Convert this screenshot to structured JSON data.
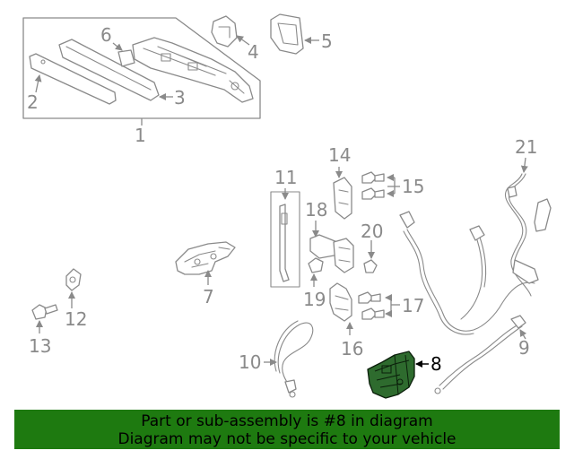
{
  "callouts": {
    "c1": "1",
    "c2": "2",
    "c3": "3",
    "c4": "4",
    "c5": "5",
    "c6": "6",
    "c7": "7",
    "c8": "8",
    "c9": "9",
    "c10": "10",
    "c11": "11",
    "c12": "12",
    "c13": "13",
    "c14": "14",
    "c15": "15",
    "c16": "16",
    "c17": "17",
    "c18": "18",
    "c19": "19",
    "c20": "20",
    "c21": "21"
  },
  "highlighted_part": "8",
  "colors": {
    "line_art": "#8a8a8a",
    "highlight_fill": "#2e6b2e",
    "banner_background": "#1e7a10",
    "banner_text": "#000000"
  },
  "banner": {
    "line1": "Part or sub-assembly is #8 in diagram",
    "line2": "Diagram may not be specific to your vehicle"
  }
}
